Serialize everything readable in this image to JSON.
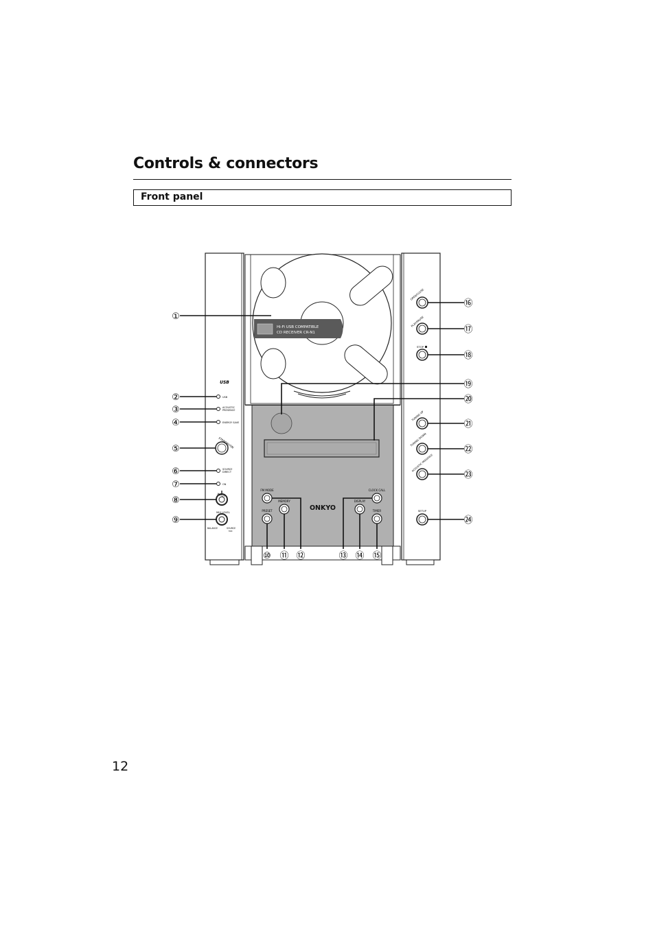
{
  "page": {
    "heading": "Controls & connectors",
    "section": "Front panel",
    "page_number": "12"
  },
  "device": {
    "disc_label_line1": "Hi-Fi USB COMPATIBLE",
    "disc_label_line2": "CD RECEIVER CR-N1",
    "usb_logo": "USB",
    "brand": "ONKYO",
    "left_labels": {
      "usb": "USB",
      "acoustic_line1": "ACOUSTIC",
      "acoustic_line2": "PRESENCE",
      "energy_save": "ENERGY SAVE",
      "standby_on": "STANDBY/ON",
      "source_line1": "SOURCE",
      "source_line2": "DIRECT",
      "on": "ON",
      "input": "INPUT",
      "mix_level": "MIX LEVEL",
      "balance": "BALANCE",
      "source_line3": "SOURCE",
      "mix": "MIX"
    },
    "center_labels": {
      "fm_mode": "FM MODE",
      "memory": "MEMORY",
      "preset": "PRESET",
      "clock_call": "CLOCK CALL",
      "display": "DISPLAY",
      "timer": "TIMER"
    },
    "right_labels": {
      "open_close": "OPEN/CLOSE",
      "play_pause": "PLAY/PAUSE",
      "stop": "STOP",
      "tuning_up": "TUNING UP",
      "tuning_down": "TUNING DOWN",
      "acoustic_presence": "ACOUSTIC PRESENCE",
      "setup": "SETUP"
    }
  },
  "callouts": [
    "①",
    "②",
    "③",
    "④",
    "⑤",
    "⑥",
    "⑦",
    "⑧",
    "⑨",
    "⑩",
    "⑪",
    "⑫",
    "⑬",
    "⑭",
    "⑮",
    "⑯",
    "⑰",
    "⑱",
    "⑲",
    "⑳",
    "㉑",
    "㉒",
    "㉓",
    "㉔"
  ]
}
